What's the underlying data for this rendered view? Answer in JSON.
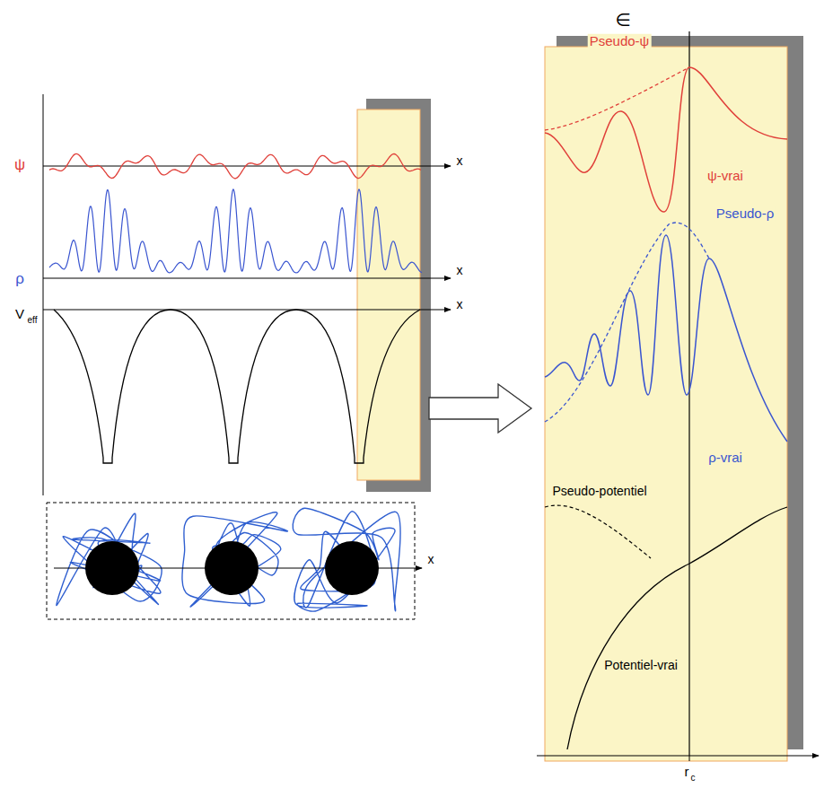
{
  "diagram": {
    "labels": [
      "∈",
      "ψ",
      "x",
      "ρ",
      "x",
      "V",
      "eff",
      "x",
      "x",
      "Pseudo-ψ",
      "ψ-vrai",
      "Pseudo-ρ",
      "ρ-vrai",
      "Pseudo-potentiel",
      "Potentiel-vrai",
      "r",
      "c"
    ]
  }
}
